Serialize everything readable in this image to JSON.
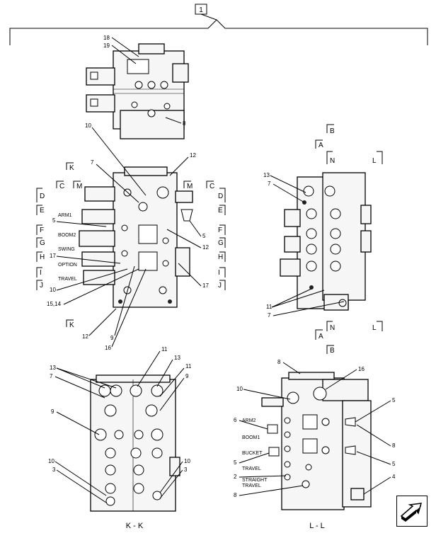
{
  "callout_top": "1",
  "section_titles": {
    "kk": "K - K",
    "ll": "L - L"
  },
  "section_markers": {
    "K_top": "K",
    "K_bottom": "K",
    "C_left": "C",
    "C_right": "C",
    "M_left": "M",
    "M_right": "M",
    "D_left": "D",
    "E_left": "E",
    "F_left": "F",
    "G_left": "G",
    "H_left": "H",
    "I_left": "I",
    "J_left": "J",
    "D_right": "D",
    "E_right": "E",
    "F_right": "F",
    "G_right": "G",
    "H_right": "H",
    "I_right": "I",
    "J_right": "J",
    "B_top": "B",
    "A_top": "A",
    "N_top": "N",
    "L_top": "L",
    "A_bottom": "A",
    "N_bottom": "N",
    "L_bottom": "L",
    "B_bottom": "B"
  },
  "spool_labels_front": {
    "arm1": "ARM1",
    "boom2": "BOOM2",
    "swing": "SWING",
    "option": "OPTION",
    "travel": "TRAVEL"
  },
  "spool_labels_ll": {
    "arm2": "ARM2",
    "boom1": "BOOM1",
    "bucket": "BUCKET",
    "travel": "TRAVEL",
    "straight_travel_1": "STRAIGHT",
    "straight_travel_2": "TRAVEL"
  },
  "callouts_top_view": {
    "c18": "18",
    "c19": "19",
    "c8": "8"
  },
  "callouts_front_view": {
    "c10": "10",
    "c12a": "12",
    "c7": "7",
    "c5a": "5",
    "c5b": "5",
    "c12b": "12",
    "c17a": "17",
    "c10b": "10",
    "c1514": "15,14",
    "c17b": "17",
    "c12c": "12",
    "c9": "9",
    "c16": "16"
  },
  "callouts_right_view": {
    "c13": "13",
    "c7a": "7",
    "c11": "11",
    "c7b": "7"
  },
  "callouts_kk": {
    "c13a": "13",
    "c7": "7",
    "c11a": "11",
    "c13b": "13",
    "c11b": "11",
    "c9a": "9",
    "c9b": "9",
    "c10a": "10",
    "c10b": "10",
    "c3a": "3",
    "c3b": "3"
  },
  "callouts_ll": {
    "c8a": "8",
    "c16": "16",
    "c10": "10",
    "c5a": "5",
    "c6": "6",
    "c8b": "8",
    "c5b": "5",
    "c5c": "5",
    "c2": "2",
    "c4": "4",
    "c8c": "8"
  }
}
